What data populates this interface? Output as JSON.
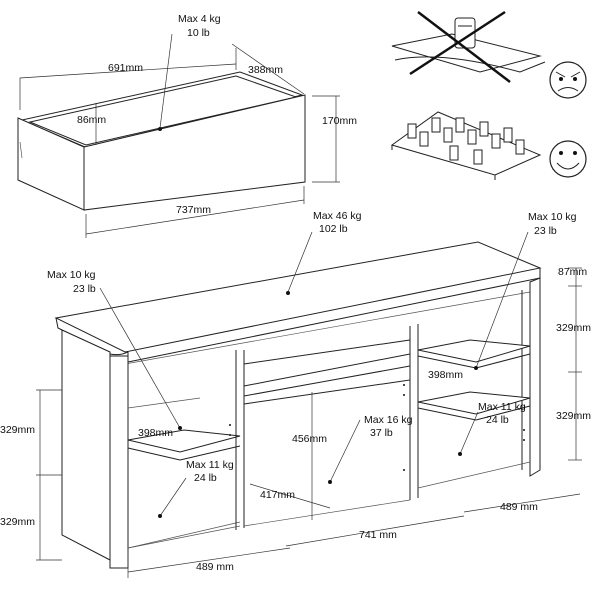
{
  "drawer": {
    "max_kg": "Max 4 kg",
    "max_lb": "10 lb",
    "width_inner": "691mm",
    "depth": "388mm",
    "inner_height": "86mm",
    "height": "170mm",
    "width_outer": "737mm"
  },
  "top": {
    "max_kg": "Max 46 kg",
    "max_lb": "102 lb"
  },
  "left_upper_shelf": {
    "max_kg": "Max 10 kg",
    "max_lb": "23 lb",
    "depth": "398mm"
  },
  "left_lower_shelf": {
    "max_kg": "Max 11 kg",
    "max_lb": "24 lb"
  },
  "right_upper_shelf": {
    "max_kg": "Max 10 kg",
    "max_lb": "23 lb",
    "depth": "398mm"
  },
  "right_lower_shelf": {
    "max_kg": "Max 11 kg",
    "max_lb": "24 lb"
  },
  "center": {
    "max_kg": "Max 16 kg",
    "max_lb": "37 lb",
    "height": "456mm",
    "depth": "417mm"
  },
  "dims": {
    "left_upper": "329mm",
    "left_lower": "329mm",
    "left_depth": "489 mm",
    "center_width": "741 mm",
    "right_depth": "489 mm",
    "right_top": "87mm",
    "right_upper": "329mm",
    "right_lower": "329mm"
  },
  "load_guide": {
    "wrong_icon": "angry-face-icon",
    "right_icon": "happy-face-icon"
  }
}
